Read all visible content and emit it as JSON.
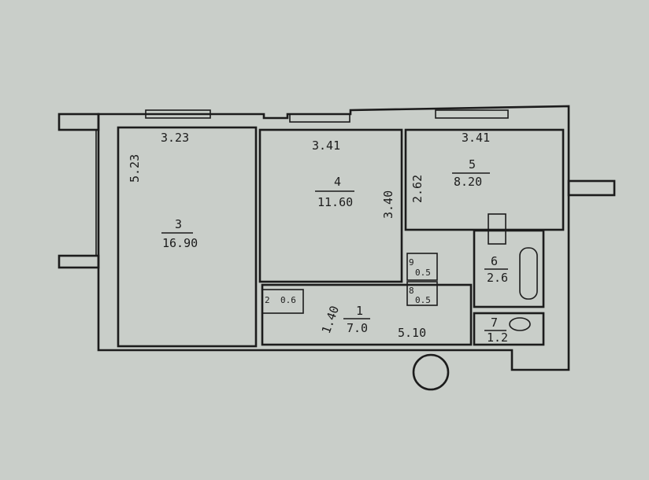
{
  "plan": {
    "rooms": [
      {
        "number": "1",
        "area": "7.0",
        "dimension_a": "1.40",
        "dimension_b": "5.10"
      },
      {
        "number": "2",
        "area": "0.6"
      },
      {
        "number": "3",
        "area": "16.90",
        "dimension_a": "3.23",
        "dimension_b": "5.23"
      },
      {
        "number": "4",
        "area": "11.60",
        "dimension_a": "3.41",
        "dimension_b": "3.40"
      },
      {
        "number": "5",
        "area": "8.20",
        "dimension_a": "3.41",
        "dimension_b": "2.62"
      },
      {
        "number": "6",
        "area": "2.6"
      },
      {
        "number": "7",
        "area": "1.2"
      },
      {
        "number": "8",
        "area": "0.5"
      },
      {
        "number": "9",
        "area": "0.5"
      }
    ]
  }
}
